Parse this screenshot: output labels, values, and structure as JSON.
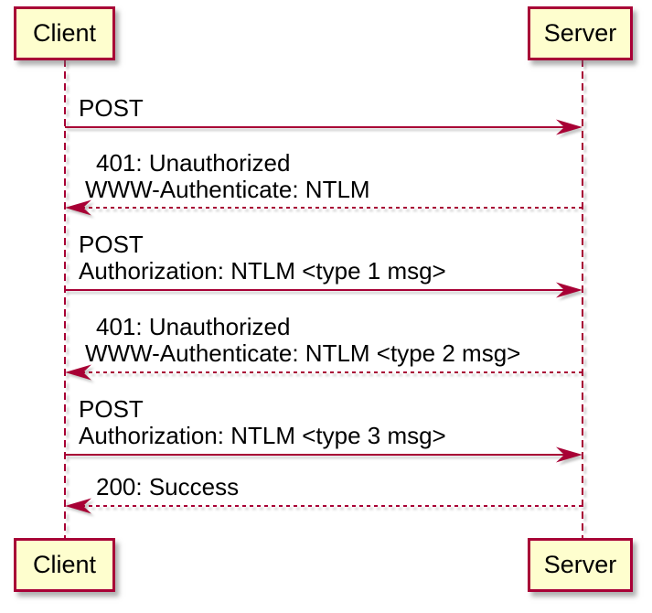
{
  "diagram": {
    "type": "sequence",
    "participants": [
      {
        "name": "Client"
      },
      {
        "name": "Server"
      }
    ],
    "messages": [
      {
        "from": "Client",
        "to": "Server",
        "line_style": "solid",
        "lines": [
          "POST"
        ]
      },
      {
        "from": "Server",
        "to": "Client",
        "line_style": "dashed",
        "lines": [
          "401: Unauthorized",
          "WWW-Authenticate: NTLM"
        ]
      },
      {
        "from": "Client",
        "to": "Server",
        "line_style": "solid",
        "lines": [
          "POST",
          "Authorization: NTLM <type 1 msg>"
        ]
      },
      {
        "from": "Server",
        "to": "Client",
        "line_style": "dashed",
        "lines": [
          "401: Unauthorized",
          "WWW-Authenticate: NTLM <type 2 msg>"
        ]
      },
      {
        "from": "Client",
        "to": "Server",
        "line_style": "solid",
        "lines": [
          "POST",
          "Authorization: NTLM <type 3 msg>"
        ]
      },
      {
        "from": "Server",
        "to": "Client",
        "line_style": "dashed",
        "lines": [
          "200: Success"
        ]
      }
    ],
    "colors": {
      "accent": "#A80036",
      "participant_fill": "#FEFECE",
      "text": "#000000",
      "background": "#FFFFFF"
    }
  }
}
